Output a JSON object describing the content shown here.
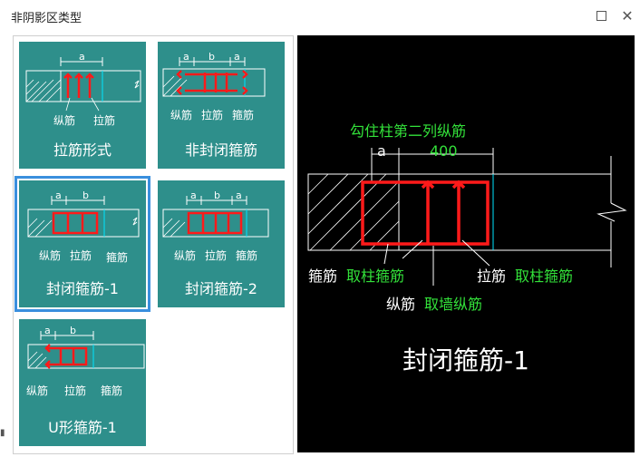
{
  "window": {
    "title": "非阴影区类型"
  },
  "tiles": [
    {
      "label": "拉筋形式",
      "subs": [
        "纵筋",
        "拉筋"
      ],
      "dims": [
        "a"
      ]
    },
    {
      "label": "非封闭箍筋",
      "subs": [
        "纵筋",
        "拉筋",
        "箍筋"
      ],
      "dims": [
        "a",
        "b",
        "a"
      ]
    },
    {
      "label": "封闭箍筋-1",
      "subs": [
        "纵筋",
        "拉筋",
        "箍筋"
      ],
      "dims": [
        "a",
        "b"
      ]
    },
    {
      "label": "封闭箍筋-2",
      "subs": [
        "纵筋",
        "拉筋",
        "箍筋"
      ],
      "dims": [
        "a",
        "b",
        "a"
      ]
    },
    {
      "label": "U形箍筋-1",
      "subs": [
        "纵筋",
        "拉筋",
        "箍筋"
      ],
      "dims": [
        "a",
        "b"
      ]
    }
  ],
  "selected_index": 2,
  "preview": {
    "top_label": "勾住柱第二列纵筋",
    "dim_a": "a",
    "dim_400": "400",
    "hoop_label": "箍筋",
    "hoop_value": "取柱箍筋",
    "tie_label": "拉筋",
    "tie_value": "取柱箍筋",
    "long_label": "纵筋",
    "long_value": "取墙纵筋",
    "caption": "封闭箍筋-1"
  },
  "colors": {
    "tile_bg": "#2e8f8b",
    "selected_border": "#3a8fde",
    "rebar_red": "#ff1a1a",
    "preview_green": "#33e23a"
  }
}
